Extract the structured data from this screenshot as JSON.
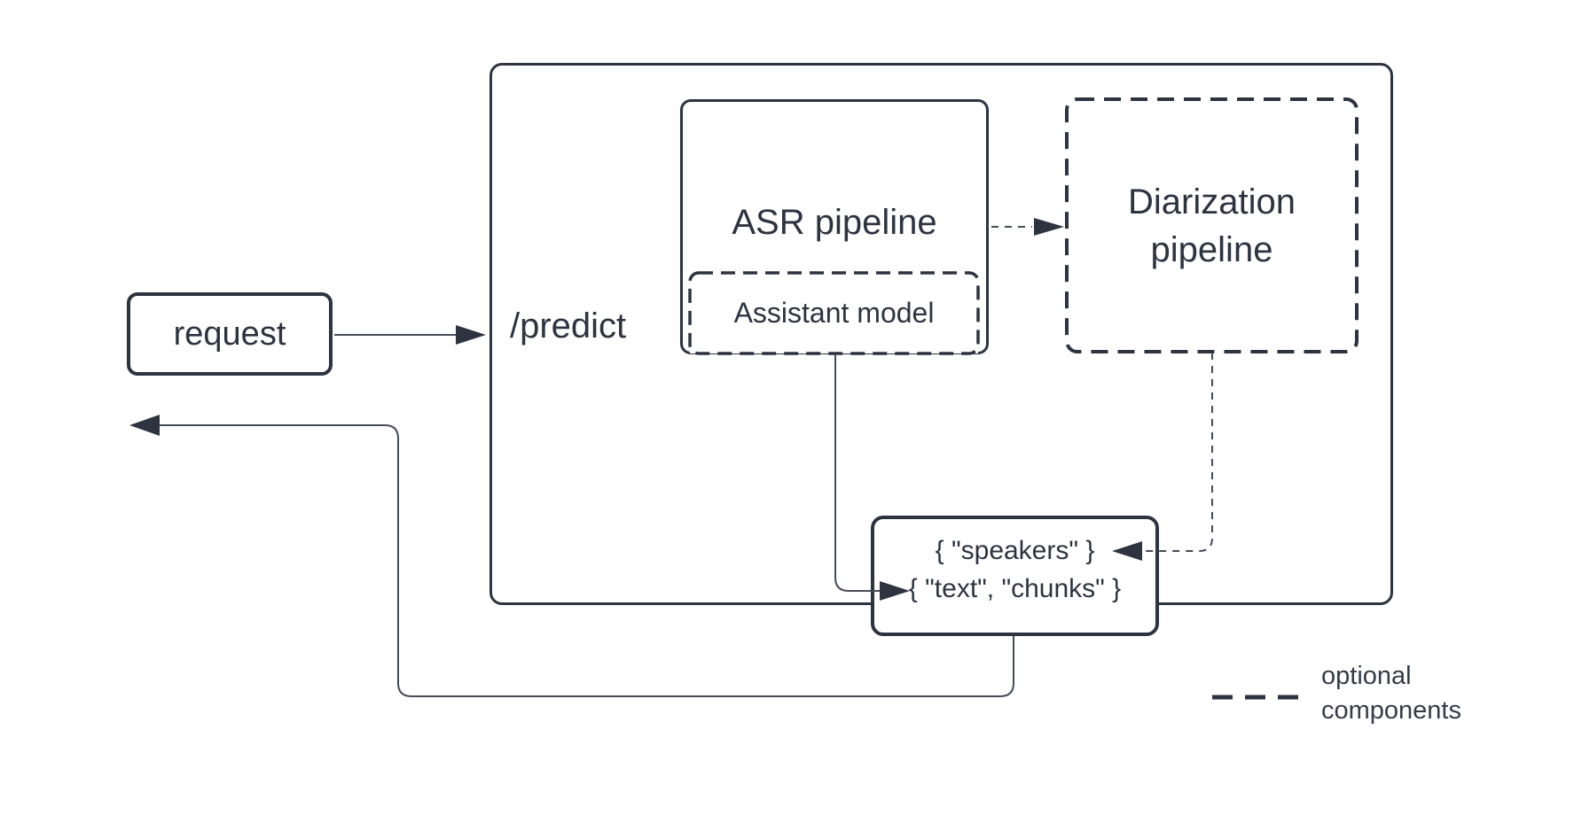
{
  "diagram": {
    "colors": {
      "stroke": "#2d3440",
      "background": "#ffffff"
    },
    "nodes": {
      "request": {
        "label": "request"
      },
      "predict_endpoint": {
        "label": "/predict"
      },
      "asr_pipeline": {
        "label": "ASR pipeline"
      },
      "assistant_model": {
        "label": "Assistant model"
      },
      "diarization_pipeline": {
        "lines": [
          "Diarization",
          "pipeline"
        ]
      },
      "response": {
        "lines": [
          "{ \"speakers\" }",
          "{ \"text\", \"chunks\" }"
        ]
      }
    },
    "legend": {
      "lines": [
        "optional",
        "components"
      ]
    }
  }
}
